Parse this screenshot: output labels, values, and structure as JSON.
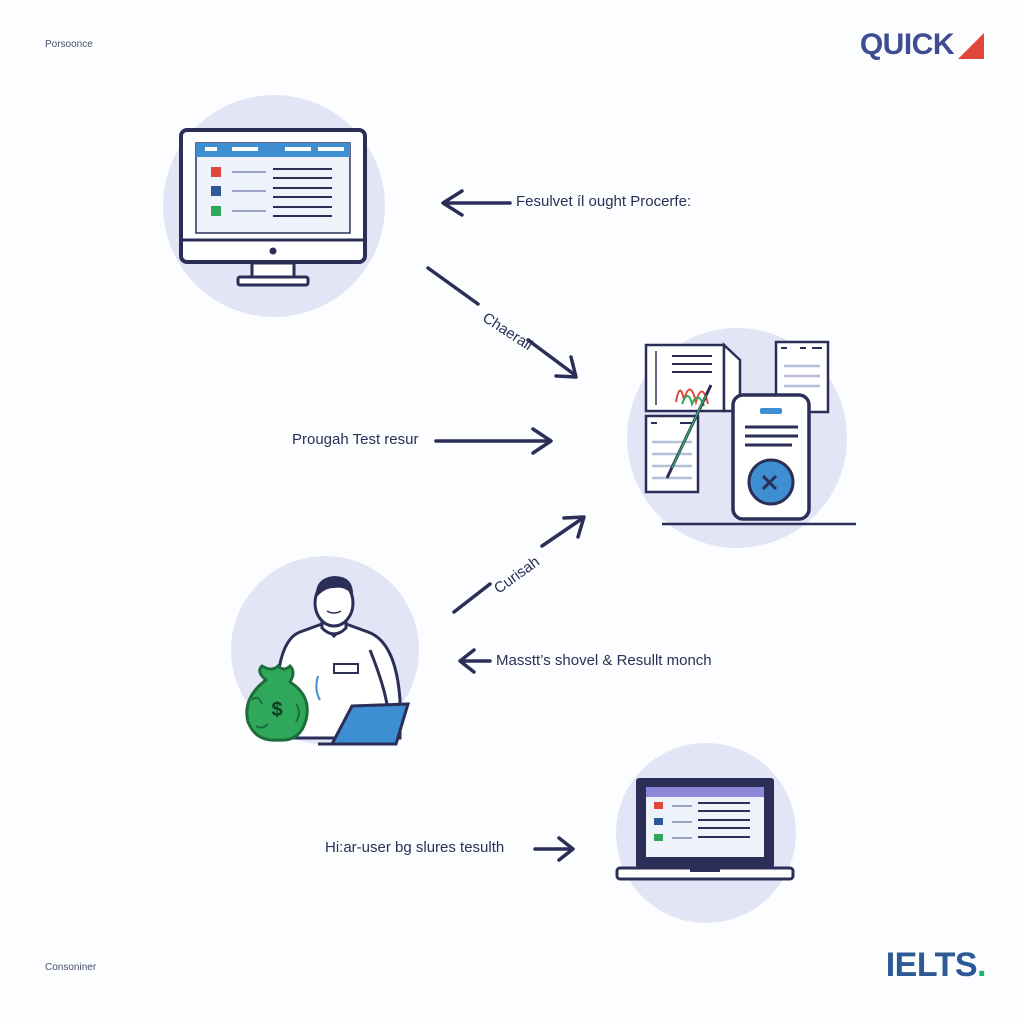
{
  "corners": {
    "top_left": "Porsoonce",
    "bottom_left": "Consoniner"
  },
  "brands": {
    "top_right": "QUICK",
    "bottom_right": "IELTS",
    "bottom_right_dot": "."
  },
  "labels": {
    "label_1": "Fesulvet íl ought Procerfe:",
    "label_2": "Chaerall",
    "label_3": "Prougah Test resur",
    "label_4": "Curisah",
    "label_5": "Masstt’s shovel & Resullt monch",
    "label_6": "Hi:ar-user bg slures tesulth"
  },
  "icons": {
    "desktop": "desktop-monitor-icon",
    "documents": "documents-phone-icon",
    "person": "person-laptop-icon",
    "money": "money-bag-icon",
    "laptop": "laptop-icon"
  },
  "colors": {
    "navy": "#2b2f57",
    "circle_bg": "#e3e5f6",
    "accent_blue": "#3d8fd1",
    "red": "#e0463a",
    "green": "#2fa85c"
  }
}
